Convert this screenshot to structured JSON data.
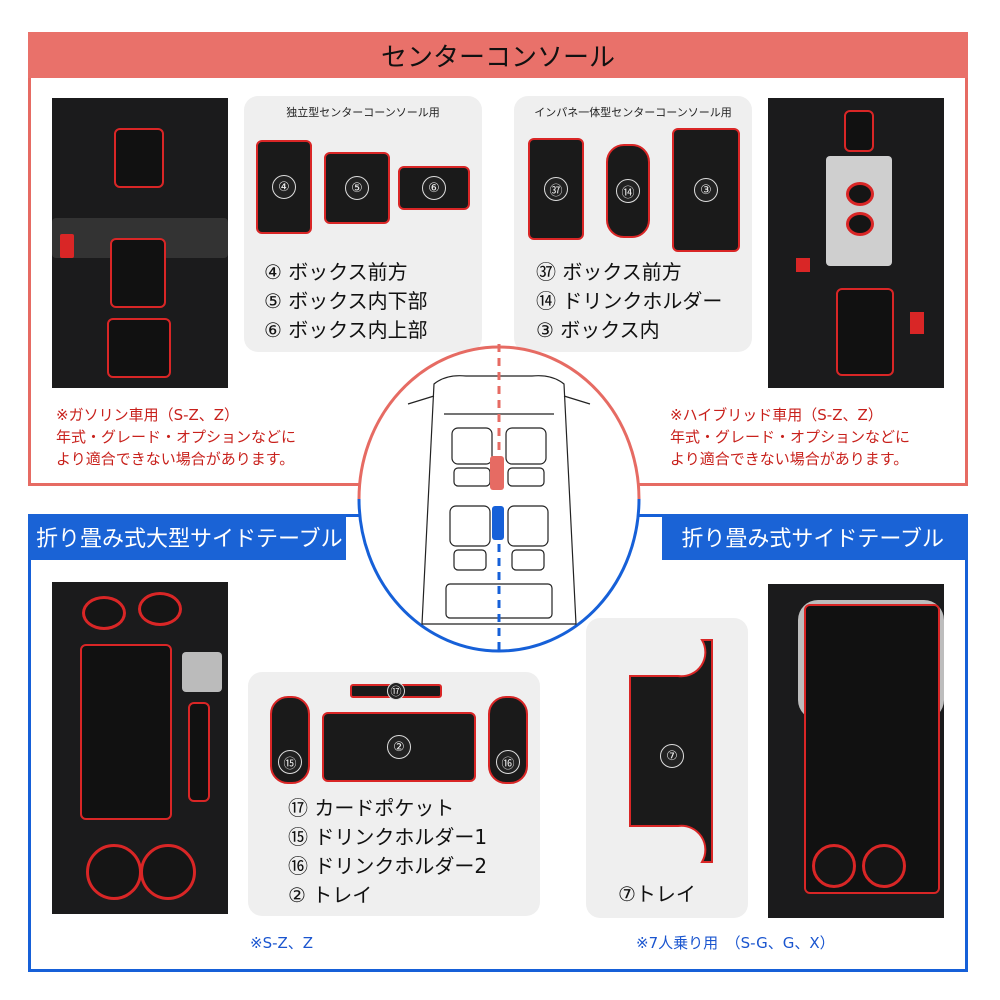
{
  "sections": {
    "top_title": "センターコンソール",
    "bottom_left_title": "折り畳み式大型サイドテーブル",
    "bottom_right_title": "折り畳み式サイドテーブル"
  },
  "panel_left": {
    "title": "独立型センターコーンソール用",
    "items": [
      "④ ボックス前方",
      "⑤ ボックス内下部",
      "⑥ ボックス内上部"
    ],
    "mat_numbers": [
      "④",
      "⑤",
      "⑥"
    ]
  },
  "panel_right": {
    "title": "インパネ一体型センターコーンソール用",
    "items": [
      "㊲ ボックス前方",
      "⑭ ドリンクホルダー",
      "③ ボックス内"
    ],
    "mat_numbers": [
      "㊲",
      "⑭",
      "③"
    ]
  },
  "notes": {
    "left": [
      "※ガソリン車用（S-Z、Z）",
      "年式・グレード・オプションなどに",
      "より適合できない場合があります。"
    ],
    "right": [
      "※ハイブリッド車用（S-Z、Z）",
      "年式・グレード・オプションなどに",
      "より適合できない場合があります。"
    ],
    "bottom_left": "※S-Z、Z",
    "bottom_right": "※7人乗り用　（S-G、G、X）"
  },
  "panel_bottom_left": {
    "items": [
      "⑰ カードポケット",
      "⑮ ドリンクホルダー1",
      "⑯ ドリンクホルダー2",
      "② トレイ"
    ],
    "mat_numbers": [
      "⑰",
      "⑮",
      "②",
      "⑯"
    ]
  },
  "panel_bottom_right": {
    "items": [
      "⑦トレイ"
    ],
    "mat_numbers": [
      "⑦"
    ]
  },
  "colors": {
    "accent_red": "#e66b63",
    "accent_blue": "#1660d8",
    "mat_red": "#d92626"
  }
}
